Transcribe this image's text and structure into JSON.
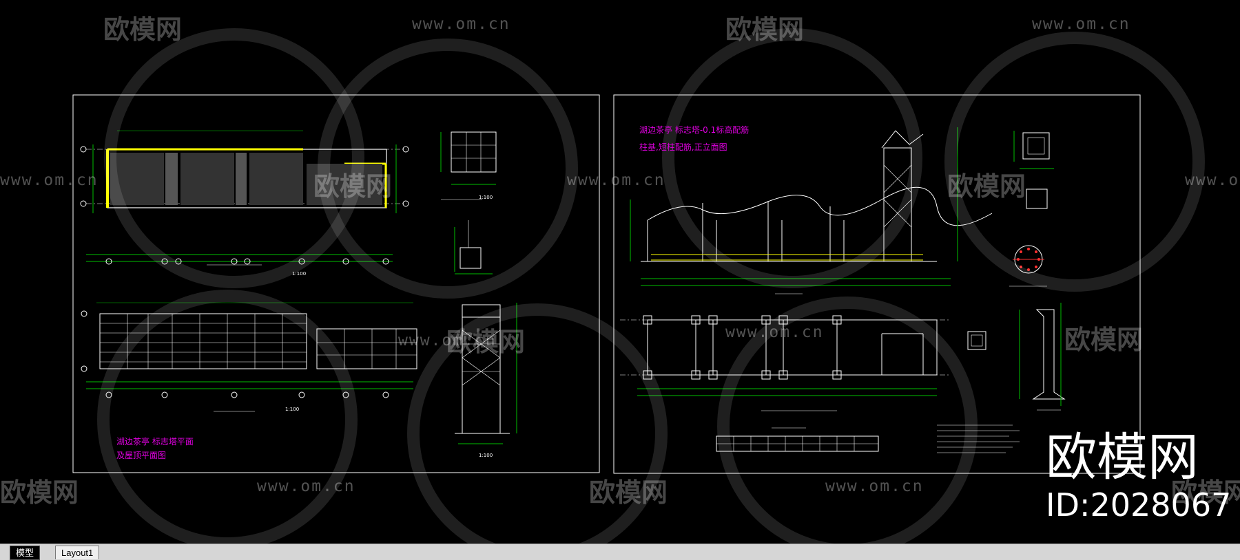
{
  "watermarks": {
    "url": "www.om.cn",
    "site_name": "欧模网"
  },
  "brand": {
    "name": "欧模网",
    "id_label": "ID:2028067"
  },
  "drawing": {
    "left_title_line1": "湖边茶亭 标志塔平面",
    "left_title_line2": "及屋顶平面图",
    "right_title_line1": "湖边茶亭 标志塔-0.1标高配筋",
    "right_title_line2": "柱基,短柱配筋,正立面图",
    "scale_1": "1:100",
    "scale_2": "1:100",
    "scale_3": "1:100",
    "scale_4": "1:100"
  },
  "tabs": [
    {
      "label": "模型"
    },
    {
      "label": "Layout1"
    }
  ],
  "colors": {
    "background": "#000000",
    "sheet_border": "#ffffff",
    "dimension": "#00c000",
    "highlight": "#ffff00",
    "annotation": "#e000e0"
  }
}
